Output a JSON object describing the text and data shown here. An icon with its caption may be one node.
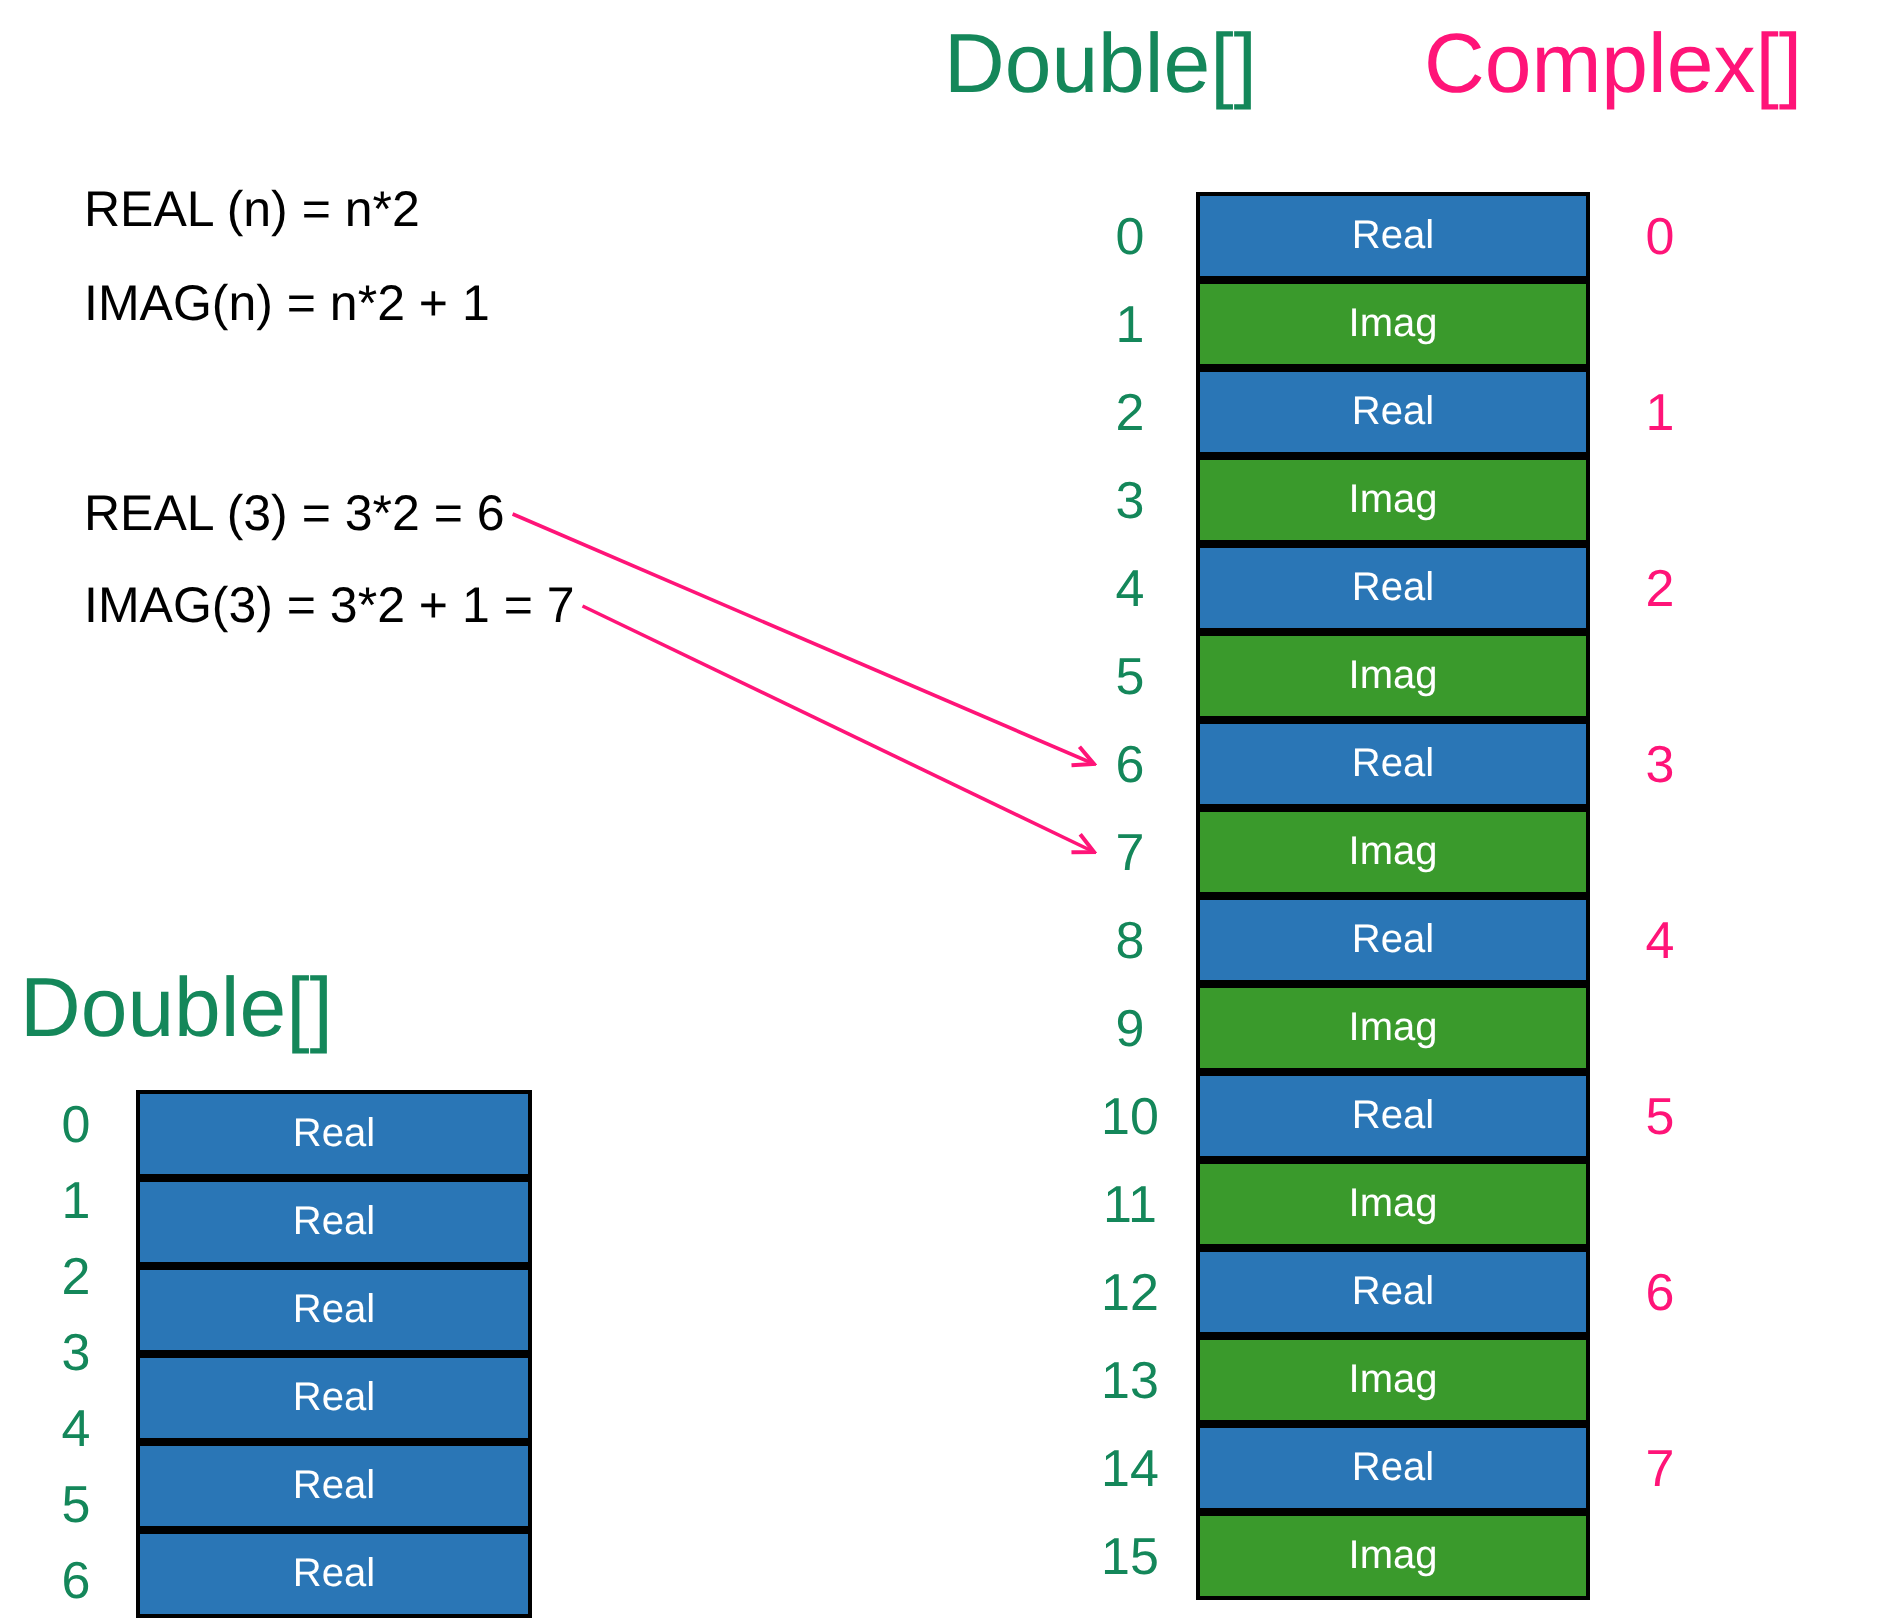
{
  "diagram": {
    "nodes": [
      {
        "text": [
          "REAL (3) = 3*2 = 6"
        ]
      },
      {
        "text": [
          "IMAG(3) = 3*2 + 1 = 7"
        ]
      },
      {
        "text": [
          "Real"
        ]
      },
      {
        "text": [
          "Imag"
        ]
      },
      {
        "text": [
          "Real"
        ]
      },
      {
        "text": [
          "Imag"
        ]
      },
      {
        "text": [
          "Real"
        ]
      },
      {
        "text": [
          "Imag"
        ]
      },
      {
        "text": [
          "Real"
        ]
      },
      {
        "text": [
          "Imag"
        ]
      },
      {
        "text": [
          "Real"
        ]
      },
      {
        "text": [
          "Imag"
        ]
      },
      {
        "text": [
          "Real"
        ]
      },
      {
        "text": [
          "Imag"
        ]
      },
      {
        "text": [
          "Real"
        ]
      },
      {
        "text": [
          "Imag"
        ]
      },
      {
        "text": [
          "Real"
        ]
      },
      {
        "text": [
          "Imag"
        ]
      },
      {
        "text": [
          "6"
        ]
      },
      {
        "text": [
          "7"
        ]
      },
      {
        "text": [
          "Real"
        ]
      },
      {
        "text": [
          "Real"
        ]
      },
      {
        "text": [
          "Real"
        ]
      },
      {
        "text": [
          "Real"
        ]
      },
      {
        "text": [
          "Real"
        ]
      },
      {
        "text": [
          "Real"
        ]
      }
    ],
    "edges": [
      {
        "from": 0,
        "to": 18,
        "arrow": "to"
      },
      {
        "from": 1,
        "to": 19,
        "arrow": "to"
      }
    ],
    "labels": [
      "Double[]",
      "Complex[]",
      "REAL (n) = n*2",
      "IMAG(n) = n*2 + 1",
      "0",
      "1",
      "2",
      "3",
      "4",
      "5",
      "8",
      "9",
      "10",
      "11",
      "12",
      "13",
      "14",
      "15",
      "0",
      "1",
      "2",
      "3",
      "4",
      "5",
      "6",
      "7",
      "Double[]",
      "0",
      "1",
      "2",
      "3",
      "4",
      "5",
      "6"
    ]
  }
}
